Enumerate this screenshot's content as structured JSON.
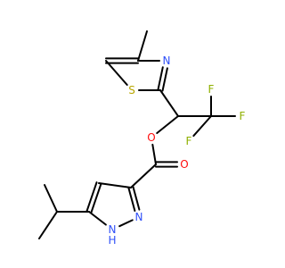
{
  "molecule": {
    "atoms": [
      {
        "id": "methyl_ch3",
        "element": "C",
        "label": ""
      },
      {
        "id": "c4_thiazole",
        "element": "C",
        "label": ""
      },
      {
        "id": "c5_thiazole",
        "element": "C",
        "label": ""
      },
      {
        "id": "s_thiazole",
        "element": "S",
        "label": "S",
        "color": "#b8a600"
      },
      {
        "id": "c2_thiazole",
        "element": "C",
        "label": ""
      },
      {
        "id": "n3_thiazole",
        "element": "N",
        "label": "N",
        "color": "#3050f8"
      },
      {
        "id": "ch_ester",
        "element": "C",
        "label": ""
      },
      {
        "id": "cf3_carbon",
        "element": "C",
        "label": ""
      },
      {
        "id": "f_right",
        "element": "F",
        "label": "F",
        "color": "#8fb000"
      },
      {
        "id": "f_top",
        "element": "F",
        "label": "F",
        "color": "#8fb000"
      },
      {
        "id": "f_bottom",
        "element": "F",
        "label": "F",
        "color": "#8fb000"
      },
      {
        "id": "o_ester",
        "element": "O",
        "label": "O",
        "color": "#ff0d0d"
      },
      {
        "id": "c_carbonyl",
        "element": "C",
        "label": ""
      },
      {
        "id": "o_carbonyl",
        "element": "O",
        "label": "O",
        "color": "#ff0d0d"
      },
      {
        "id": "c3_pyrazole",
        "element": "C",
        "label": ""
      },
      {
        "id": "c4_pyrazole",
        "element": "C",
        "label": ""
      },
      {
        "id": "c5_pyrazole",
        "element": "C",
        "label": ""
      },
      {
        "id": "n1_pyrazole",
        "element": "N",
        "label": "NH",
        "display": "N\nH",
        "color": "#3050f8"
      },
      {
        "id": "n2_pyrazole",
        "element": "N",
        "label": "N",
        "color": "#3050f8"
      },
      {
        "id": "ch_isopropyl",
        "element": "C",
        "label": ""
      },
      {
        "id": "ch3_isopropyl_a",
        "element": "C",
        "label": ""
      },
      {
        "id": "ch3_isopropyl_b",
        "element": "C",
        "label": ""
      }
    ],
    "bonds": [
      {
        "a": "methyl_ch3",
        "b": "c4_thiazole",
        "order": 1
      },
      {
        "a": "c4_thiazole",
        "b": "c5_thiazole",
        "order": 2
      },
      {
        "a": "c5_thiazole",
        "b": "s_thiazole",
        "order": 1
      },
      {
        "a": "s_thiazole",
        "b": "c2_thiazole",
        "order": 1
      },
      {
        "a": "c2_thiazole",
        "b": "n3_thiazole",
        "order": 2
      },
      {
        "a": "n3_thiazole",
        "b": "c4_thiazole",
        "order": 1
      },
      {
        "a": "c2_thiazole",
        "b": "ch_ester",
        "order": 1
      },
      {
        "a": "ch_ester",
        "b": "cf3_carbon",
        "order": 1
      },
      {
        "a": "cf3_carbon",
        "b": "f_right",
        "order": 1
      },
      {
        "a": "cf3_carbon",
        "b": "f_top",
        "order": 1
      },
      {
        "a": "cf3_carbon",
        "b": "f_bottom",
        "order": 1
      },
      {
        "a": "ch_ester",
        "b": "o_ester",
        "order": 1
      },
      {
        "a": "o_ester",
        "b": "c_carbonyl",
        "order": 1
      },
      {
        "a": "c_carbonyl",
        "b": "o_carbonyl",
        "order": 2
      },
      {
        "a": "c_carbonyl",
        "b": "c3_pyrazole",
        "order": 1
      },
      {
        "a": "c3_pyrazole",
        "b": "c4_pyrazole",
        "order": 1
      },
      {
        "a": "c4_pyrazole",
        "b": "c5_pyrazole",
        "order": 2
      },
      {
        "a": "c5_pyrazole",
        "b": "n1_pyrazole",
        "order": 1
      },
      {
        "a": "n1_pyrazole",
        "b": "n2_pyrazole",
        "order": 1
      },
      {
        "a": "n2_pyrazole",
        "b": "c3_pyrazole",
        "order": 2
      },
      {
        "a": "c5_pyrazole",
        "b": "ch_isopropyl",
        "order": 1
      },
      {
        "a": "ch_isopropyl",
        "b": "ch3_isopropyl_a",
        "order": 1
      },
      {
        "a": "ch_isopropyl",
        "b": "ch3_isopropyl_b",
        "order": 1
      }
    ]
  }
}
